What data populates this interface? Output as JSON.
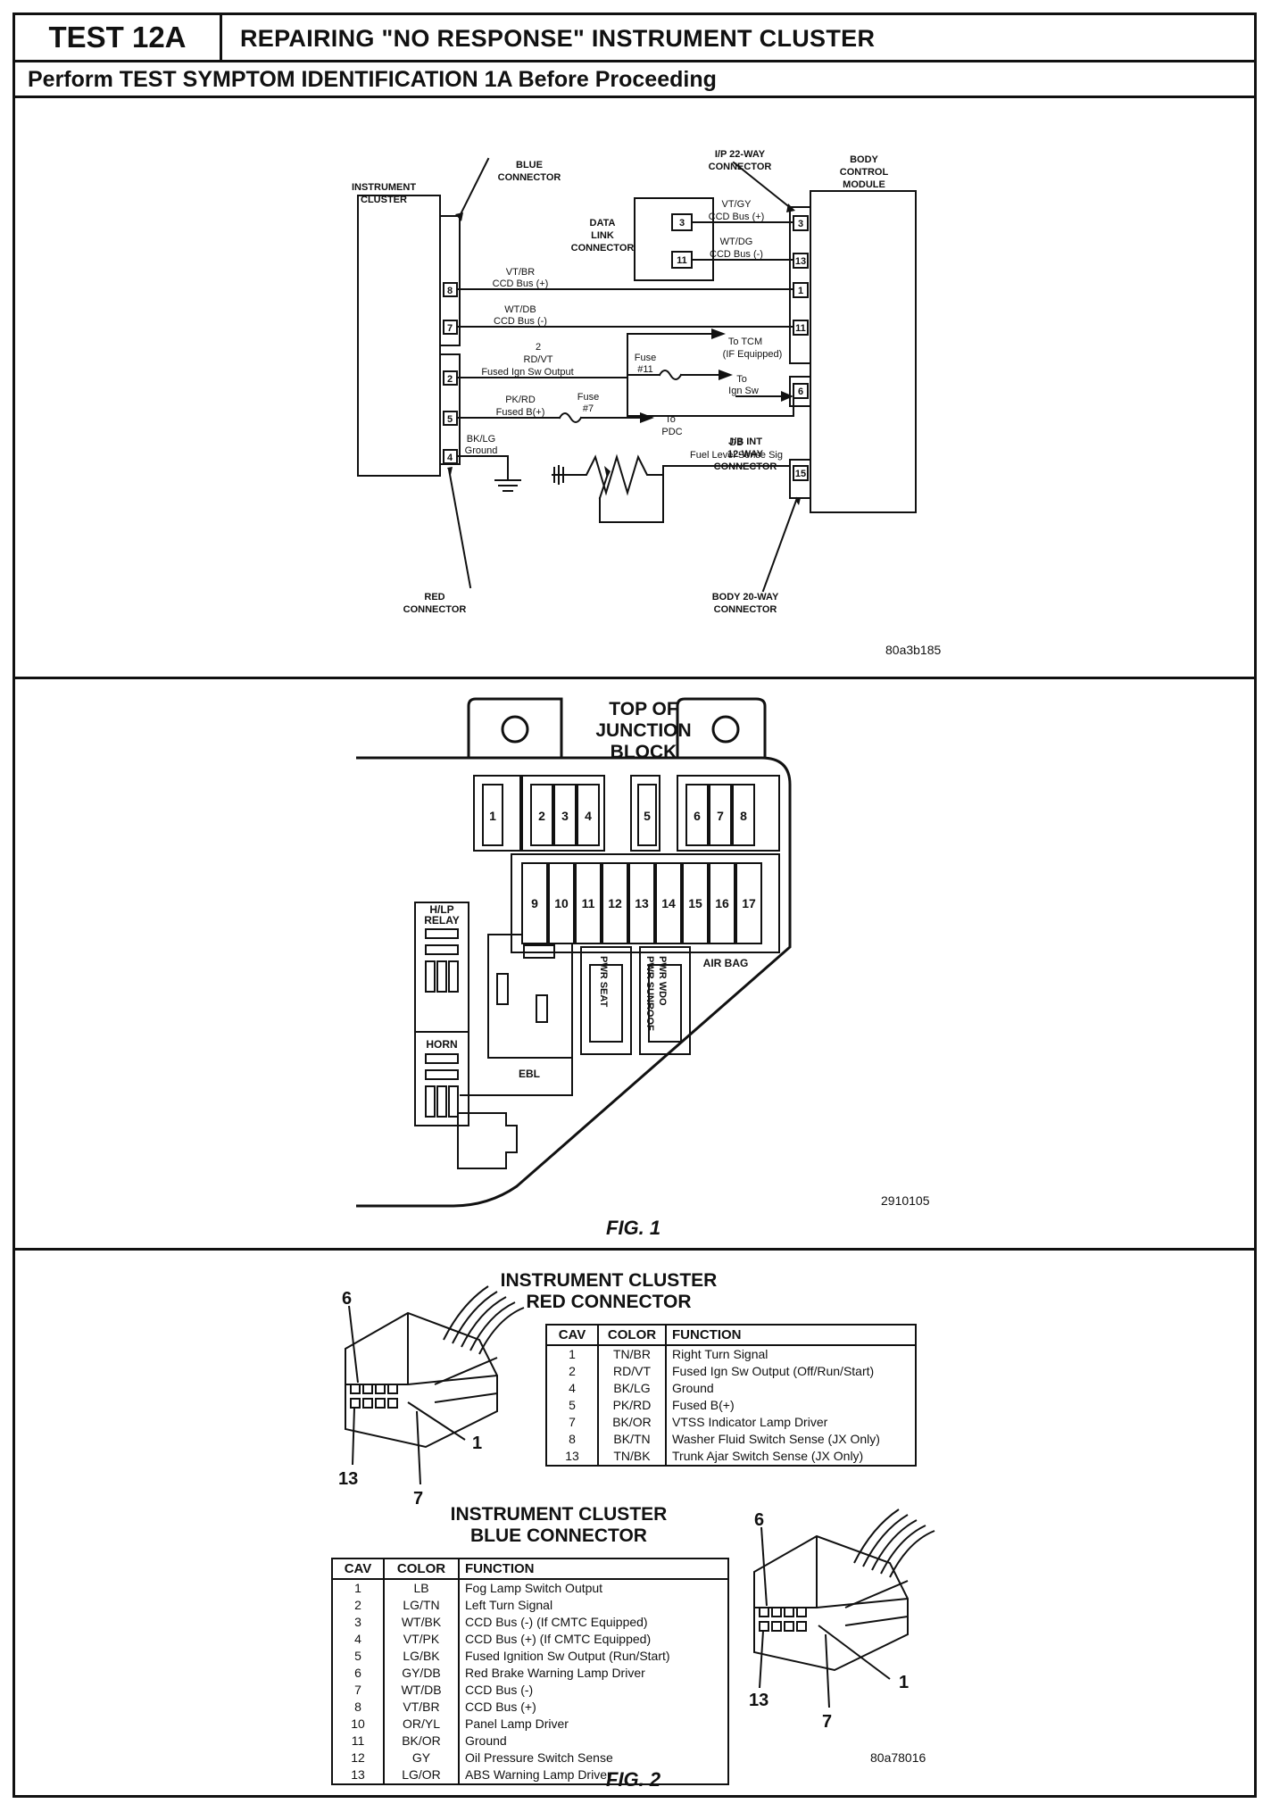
{
  "header": {
    "test_id": "TEST 12A",
    "title": "REPAIRING \"NO RESPONSE\" INSTRUMENT CLUSTER",
    "subtitle": "Perform TEST SYMPTOM IDENTIFICATION 1A Before Proceeding"
  },
  "schematic": {
    "instrument_cluster": [
      "INSTRUMENT",
      "CLUSTER"
    ],
    "blue_connector": [
      "BLUE",
      "CONNECTOR"
    ],
    "red_connector": [
      "RED",
      "CONNECTOR"
    ],
    "ip_connector": [
      "I/P 22-WAY",
      "CONNECTOR"
    ],
    "body_control_module": [
      "BODY",
      "CONTROL",
      "MODULE"
    ],
    "data_link_connector": [
      "DATA",
      "LINK",
      "CONNECTOR"
    ],
    "dlc_wire_1": [
      "VT/GY",
      "CCD Bus (+)"
    ],
    "dlc_wire_2": [
      "WT/DG",
      "CCD Bus (-)"
    ],
    "wire_8": [
      "VT/BR",
      "CCD Bus (+)"
    ],
    "wire_7": [
      "WT/DB",
      "CCD Bus (-)"
    ],
    "wire_2": [
      "2",
      "RD/VT",
      "Fused Ign Sw Output"
    ],
    "wire_5": [
      "PK/RD",
      "Fused B(+)"
    ],
    "wire_4": [
      "BK/LG",
      "Ground"
    ],
    "fuse_11": [
      "Fuse",
      "#11"
    ],
    "fuse_7": [
      "Fuse",
      "#7"
    ],
    "to_tcm": [
      "To TCM",
      "(IF Equipped)"
    ],
    "to_ign": [
      "To",
      "Ign Sw"
    ],
    "to_pdc": [
      "To",
      "PDC"
    ],
    "jb_connector": [
      "J/B INT",
      "12-WAY",
      "CONNECTOR"
    ],
    "fuel_wire": [
      "DB",
      "Fuel Level Sense Sig"
    ],
    "body_20way": [
      "BODY 20-WAY",
      "CONNECTOR"
    ],
    "cluster_pins": [
      "8",
      "7",
      "2",
      "5",
      "4"
    ],
    "bcm_pins": [
      "3",
      "13",
      "1",
      "11",
      "6",
      "15"
    ],
    "dlc_pins": [
      "3",
      "11"
    ],
    "code": "80a3b185"
  },
  "junction_block": {
    "title": [
      "TOP OF",
      "JUNCTION",
      "BLOCK"
    ],
    "fuses_top": [
      "1",
      "2",
      "3",
      "4",
      "5",
      "6",
      "7",
      "8"
    ],
    "fuses_bottom": [
      "9",
      "10",
      "11",
      "12",
      "13",
      "14",
      "15",
      "16",
      "17"
    ],
    "hlp_relay": [
      "H/LP",
      "RELAY"
    ],
    "horn": "HORN",
    "ebl": "EBL",
    "pwr_seat": "PWR SEAT",
    "pwr_sunroof": [
      "PWR WDO",
      "PWR SUNROOF"
    ],
    "air_bag": "AIR BAG",
    "code": "2910105",
    "fig": "FIG. 1"
  },
  "red_connector": {
    "title": [
      "INSTRUMENT CLUSTER",
      "RED CONNECTOR"
    ],
    "headers": [
      "CAV",
      "COLOR",
      "FUNCTION"
    ],
    "rows": [
      [
        "1",
        "TN/BR",
        "Right Turn Signal"
      ],
      [
        "2",
        "RD/VT",
        "Fused Ign Sw Output (Off/Run/Start)"
      ],
      [
        "4",
        "BK/LG",
        "Ground"
      ],
      [
        "5",
        "PK/RD",
        "Fused B(+)"
      ],
      [
        "7",
        "BK/OR",
        "VTSS Indicator Lamp Driver"
      ],
      [
        "8",
        "BK/TN",
        "Washer Fluid Switch Sense (JX Only)"
      ],
      [
        "13",
        "TN/BK",
        "Trunk Ajar Switch Sense (JX Only)"
      ]
    ],
    "callouts": [
      "6",
      "13",
      "7",
      "1"
    ]
  },
  "blue_connector": {
    "title": [
      "INSTRUMENT CLUSTER",
      "BLUE CONNECTOR"
    ],
    "headers": [
      "CAV",
      "COLOR",
      "FUNCTION"
    ],
    "rows": [
      [
        "1",
        "LB",
        "Fog Lamp Switch Output"
      ],
      [
        "2",
        "LG/TN",
        "Left Turn Signal"
      ],
      [
        "3",
        "WT/BK",
        "CCD Bus (-) (If CMTC Equipped)"
      ],
      [
        "4",
        "VT/PK",
        "CCD Bus (+) (If CMTC Equipped)"
      ],
      [
        "5",
        "LG/BK",
        "Fused Ignition Sw Output (Run/Start)"
      ],
      [
        "6",
        "GY/DB",
        "Red Brake Warning Lamp Driver"
      ],
      [
        "7",
        "WT/DB",
        "CCD Bus (-)"
      ],
      [
        "8",
        "VT/BR",
        "CCD Bus (+)"
      ],
      [
        "10",
        "OR/YL",
        "Panel Lamp Driver"
      ],
      [
        "11",
        "BK/OR",
        "Ground"
      ],
      [
        "12",
        "GY",
        "Oil Pressure Switch Sense"
      ],
      [
        "13",
        "LG/OR",
        "ABS Warning Lamp Driver"
      ]
    ],
    "callouts": [
      "6",
      "13",
      "7",
      "1"
    ],
    "code": "80a78016",
    "fig": "FIG. 2"
  }
}
